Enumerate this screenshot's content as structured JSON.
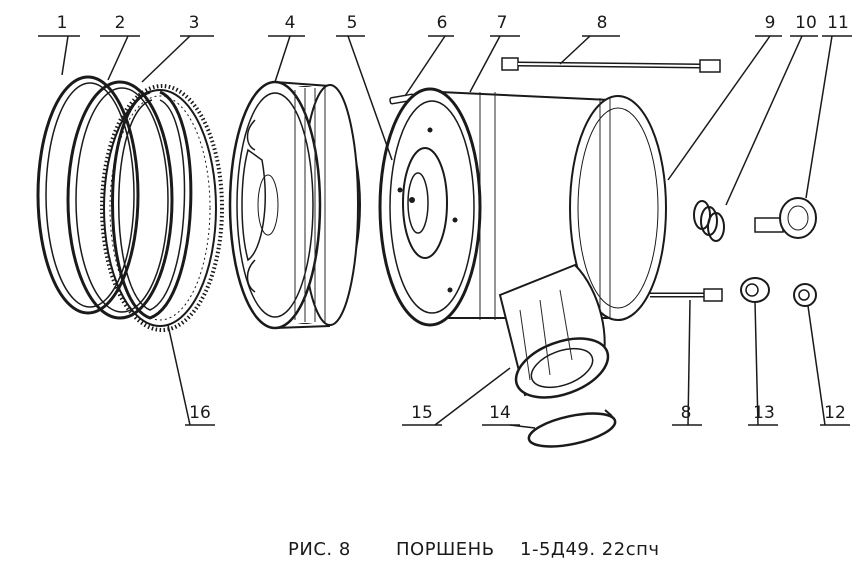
{
  "figure": {
    "caption_fig": "РИС. 8",
    "caption_title": "ПОРШЕНЬ",
    "caption_code": "1-5Д49. 22спч"
  },
  "callouts": {
    "c1": "1",
    "c2": "2",
    "c3": "3",
    "c4": "4",
    "c5": "5",
    "c6": "6",
    "c7": "7",
    "c8_top": "8",
    "c8_bottom": "8",
    "c9": "9",
    "c10": "10",
    "c11": "11",
    "c12": "12",
    "c13": "13",
    "c14": "14",
    "c15": "15",
    "c16": "16"
  },
  "colors": {
    "ink": "#1a1a1a",
    "paper": "#ffffff"
  }
}
